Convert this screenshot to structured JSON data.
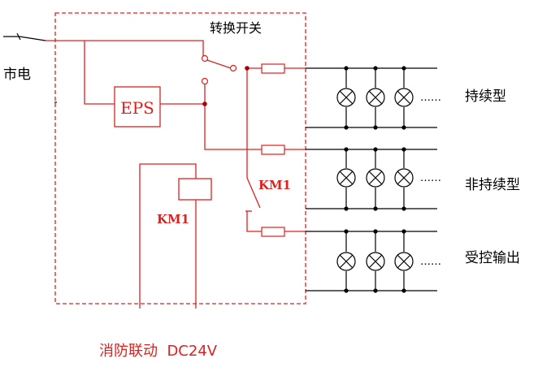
{
  "labels": {
    "mains": "市电",
    "transfer_switch": "转换开关",
    "eps": "EPS",
    "km1_contact": "KM1",
    "km1_coil": "KM1",
    "group_continuous": "持续型",
    "group_non_continuous": "非持续型",
    "group_controlled": "受控输出",
    "fire_link": "消防联动  DC24V",
    "ellipsis": "……"
  },
  "colors": {
    "wire_red": "#e0201f",
    "line_black": "#000000",
    "label_red": "#e0201f"
  },
  "groups": [
    {
      "id": "continuous",
      "lamps": 3
    },
    {
      "id": "non-continuous",
      "lamps": 3
    },
    {
      "id": "controlled",
      "lamps": 3
    }
  ]
}
